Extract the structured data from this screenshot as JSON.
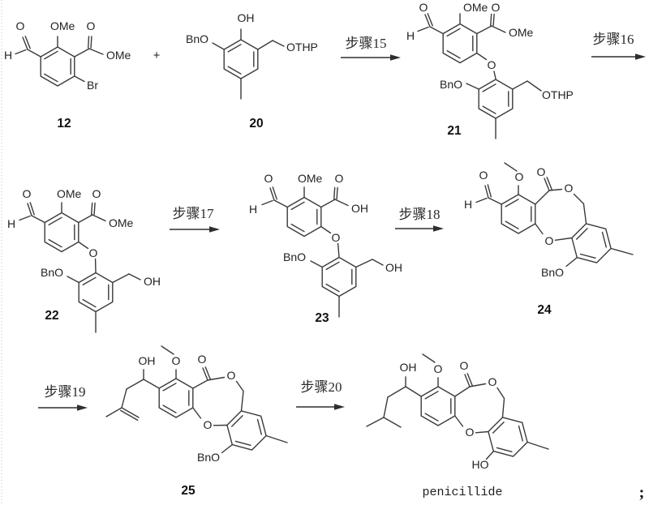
{
  "scheme": {
    "plus": "+",
    "trailing_semicolon": ";",
    "steps": {
      "s15": "步骤15",
      "s16": "步骤16",
      "s17": "步骤17",
      "s18": "步骤18",
      "s19": "步骤19",
      "s20": "步骤20"
    },
    "compounds": {
      "c12": {
        "number": "12",
        "atoms": {
          "aldehyde_h": "H",
          "aldehyde_o": "O",
          "methoxy": "OMe",
          "ester_o": "O",
          "ester_ome": "OMe",
          "bromine": "Br"
        }
      },
      "c20": {
        "number": "20",
        "atoms": {
          "hydroxyl": "OH",
          "benzyloxy": "BnO",
          "thp_ether": "OTHP"
        }
      },
      "c21": {
        "number": "21",
        "atoms": {
          "aldehyde_h": "H",
          "aldehyde_o": "O",
          "methoxy": "OMe",
          "ester_o": "O",
          "ester_ome": "OMe",
          "diaryl_ether_o": "O",
          "benzyloxy": "BnO",
          "thp_ether": "OTHP"
        }
      },
      "c22": {
        "number": "22",
        "atoms": {
          "aldehyde_h": "H",
          "aldehyde_o": "O",
          "methoxy": "OMe",
          "ester_o": "O",
          "ester_ome": "OMe",
          "diaryl_ether_o": "O",
          "benzyloxy": "BnO",
          "hydroxymethyl_oh": "OH"
        }
      },
      "c23": {
        "number": "23",
        "atoms": {
          "aldehyde_h": "H",
          "aldehyde_o": "O",
          "methoxy": "OMe",
          "acid_o": "O",
          "acid_oh": "OH",
          "diaryl_ether_o": "O",
          "benzyloxy": "BnO",
          "hydroxymethyl_oh": "OH"
        }
      },
      "c24": {
        "number": "24",
        "atoms": {
          "aldehyde_h": "H",
          "aldehyde_o": "O",
          "methoxy_o": "O",
          "lactone_carbonyl_o": "O",
          "lactone_o": "O",
          "diaryl_ether_o": "O",
          "benzyloxy": "BnO"
        }
      },
      "c25": {
        "number": "25",
        "atoms": {
          "hydroxyl": "OH",
          "methoxy_o": "O",
          "lactone_carbonyl_o": "O",
          "lactone_o": "O",
          "diaryl_ether_o": "O",
          "benzyloxy": "BnO"
        }
      },
      "penicillide": {
        "name": "penicillide",
        "atoms": {
          "hydroxyl": "OH",
          "methoxy_o": "O",
          "lactone_carbonyl_o": "O",
          "lactone_o": "O",
          "diaryl_ether_o": "O",
          "phenol_ho": "HO"
        }
      }
    }
  }
}
